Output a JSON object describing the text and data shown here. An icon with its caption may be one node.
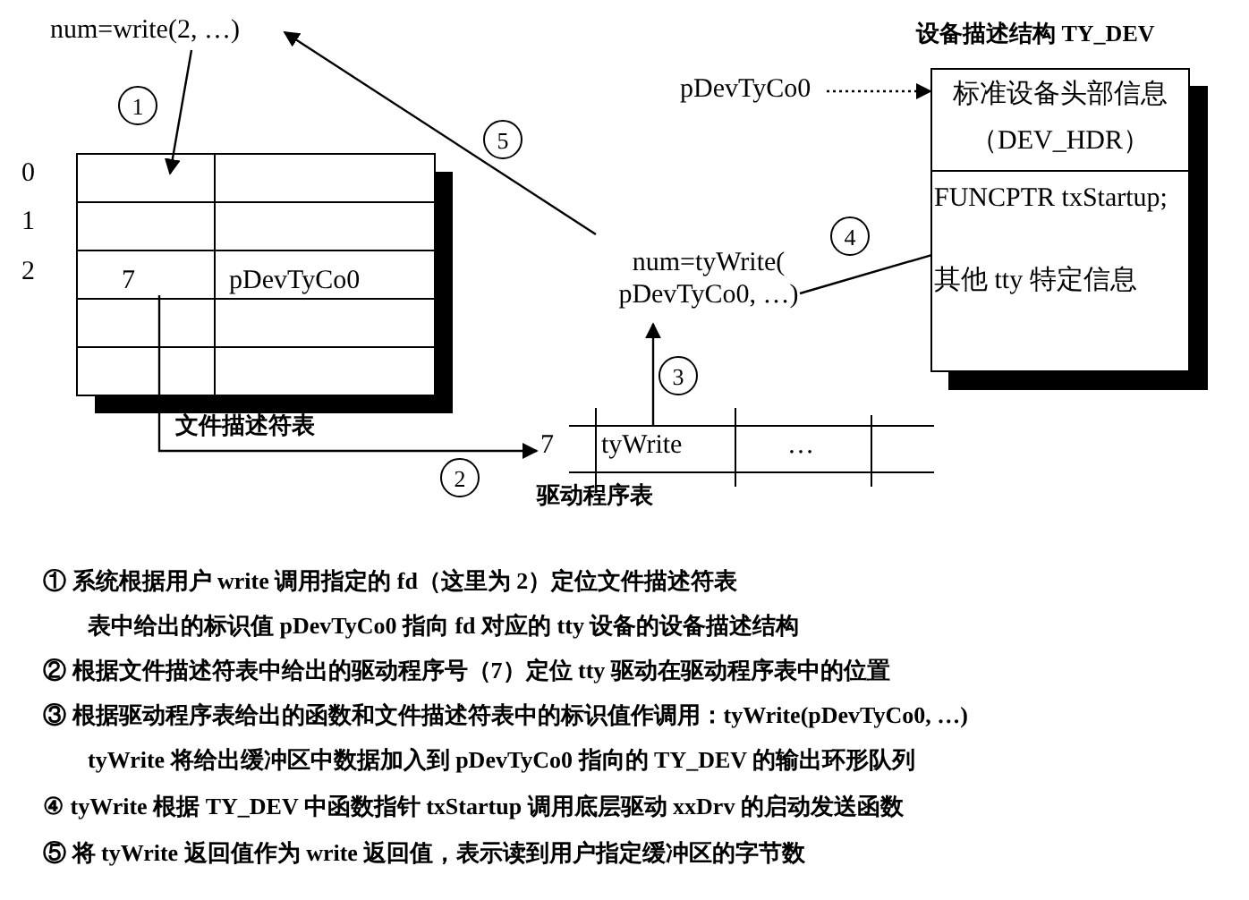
{
  "diagram": {
    "nodes": [
      {
        "text": [
          "num=write(2, …)"
        ]
      },
      {
        "text": [
          "7",
          "pDevTyCo0"
        ]
      },
      {
        "text": [
          "7",
          "tyWrite",
          "…"
        ]
      },
      {
        "text": [
          "num=tyWrite( pDevTyCo0, …)"
        ]
      },
      {
        "text": [
          "pDevTyCo0"
        ]
      },
      {
        "text": [
          "设备描述结构 TY_DEV"
        ]
      },
      {
        "text": [
          "标准设备头部信息（DEV_HDR）"
        ],
        "in": 5
      },
      {
        "text": [
          "FUNCPTR txStartup;"
        ],
        "in": 5
      },
      {
        "text": [
          "其他 tty 特定信息"
        ],
        "in": 5
      }
    ],
    "edges": [
      {
        "from": 0,
        "to": 1,
        "arrow": "to",
        "label": "1"
      },
      {
        "from": 1,
        "to": 2,
        "arrow": "to",
        "label": "2"
      },
      {
        "from": 2,
        "to": 3,
        "arrow": "to",
        "label": "3"
      },
      {
        "from": 3,
        "to": 7,
        "arrow": "to",
        "label": "4"
      },
      {
        "from": 3,
        "to": 0,
        "arrow": "to",
        "label": "5"
      },
      {
        "from": 4,
        "to": 6,
        "arrow": "to",
        "style": "dashed"
      }
    ],
    "labels": [
      "0",
      "1",
      "2",
      "文件描述符表",
      "驱动程序表",
      "① 系统根据用户 write 调用指定的 fd（这里为 2）定位文件描述符表",
      "表中给出的标识值 pDevTyCo0 指向 fd 对应的 tty 设备的设备描述结构",
      "② 根据文件描述符表中给出的驱动程序号（7）定位 tty 驱动在驱动程序表中的位置",
      "③ 根据驱动程序表给出的函数和文件描述符表中的标识值作调用：tyWrite(pDevTyCo0, …)",
      "tyWrite 将给出缓冲区中数据加入到 pDevTyCo0 指向的 TY_DEV 的输出环形队列",
      "④ tyWrite 根据 TY_DEV 中函数指针 txStartup 调用底层驱动 xxDrv 的启动发送函数",
      "⑤ 将 tyWrite 返回值作为 write 返回值，表示读到用户指定缓冲区的字节数"
    ]
  }
}
